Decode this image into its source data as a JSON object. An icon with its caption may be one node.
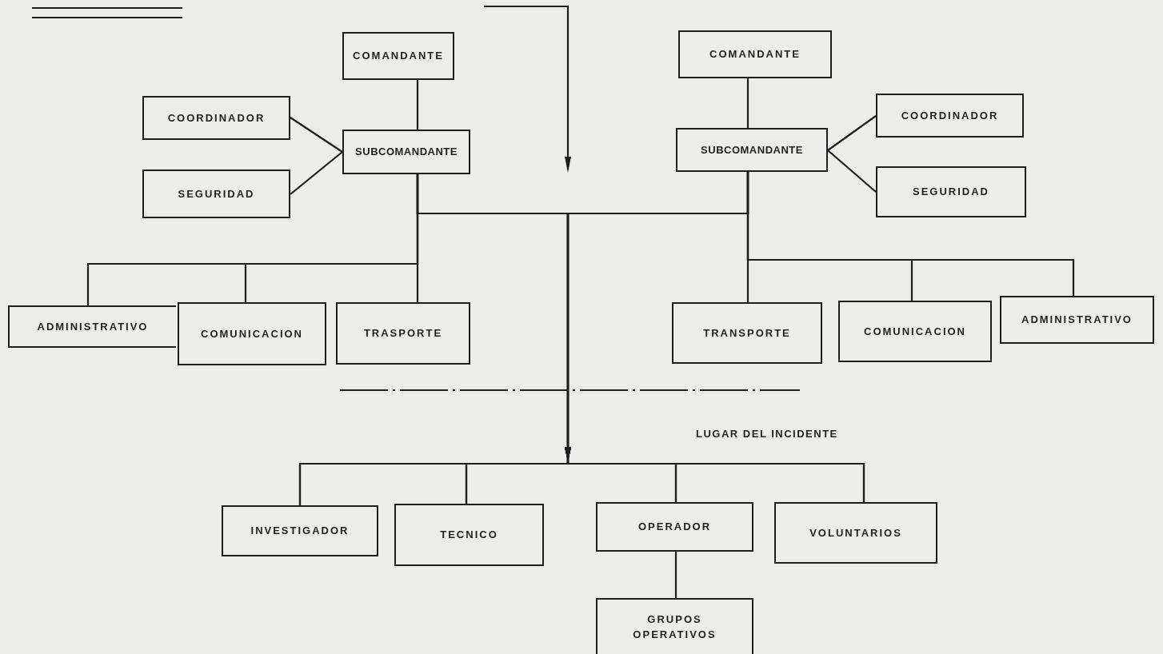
{
  "diagram": {
    "nodes": [
      {
        "text": [
          "COMANDANTE"
        ]
      },
      {
        "text": [
          "COORDINADOR"
        ]
      },
      {
        "text": [
          "SUBCOMANDANTE"
        ]
      },
      {
        "text": [
          "SEGURIDAD"
        ]
      },
      {
        "text": [
          "ADMINISTRATIVO"
        ]
      },
      {
        "text": [
          "COMUNICACION"
        ]
      },
      {
        "text": [
          "TRASPORTE"
        ]
      },
      {
        "text": [
          "COMANDANTE"
        ]
      },
      {
        "text": [
          "SUBCOMANDANTE"
        ]
      },
      {
        "text": [
          "COORDINADOR"
        ]
      },
      {
        "text": [
          "SEGURIDAD"
        ]
      },
      {
        "text": [
          "TRANSPORTE"
        ]
      },
      {
        "text": [
          "COMUNICACION"
        ]
      },
      {
        "text": [
          "ADMINISTRATIVO"
        ]
      },
      {
        "text": [
          "INVESTIGADOR"
        ]
      },
      {
        "text": [
          "TECNICO"
        ]
      },
      {
        "text": [
          "OPERADOR"
        ]
      },
      {
        "text": [
          "VOLUNTARIOS"
        ]
      },
      {
        "text": [
          "GRUPOS OPERATIVOS"
        ]
      }
    ],
    "edges": [
      {
        "from": 0,
        "to": 2,
        "arrow": "none"
      },
      {
        "from": 2,
        "to": 1,
        "arrow": "none"
      },
      {
        "from": 2,
        "to": 3,
        "arrow": "none"
      },
      {
        "from": 2,
        "to": 4,
        "arrow": "none"
      },
      {
        "from": 2,
        "to": 5,
        "arrow": "none"
      },
      {
        "from": 2,
        "to": 6,
        "arrow": "none"
      },
      {
        "from": 7,
        "to": 8,
        "arrow": "none"
      },
      {
        "from": 8,
        "to": 9,
        "arrow": "none"
      },
      {
        "from": 8,
        "to": 10,
        "arrow": "none"
      },
      {
        "from": 8,
        "to": 11,
        "arrow": "none"
      },
      {
        "from": 8,
        "to": 12,
        "arrow": "none"
      },
      {
        "from": 8,
        "to": 13,
        "arrow": "none"
      },
      {
        "from": 2,
        "to": 14,
        "arrow": "to"
      },
      {
        "from": 2,
        "to": 15,
        "arrow": "to"
      },
      {
        "from": 2,
        "to": 16,
        "arrow": "to"
      },
      {
        "from": 2,
        "to": 17,
        "arrow": "to"
      },
      {
        "from": 8,
        "to": 14,
        "arrow": "to"
      },
      {
        "from": 8,
        "to": 15,
        "arrow": "to"
      },
      {
        "from": 8,
        "to": 16,
        "arrow": "to"
      },
      {
        "from": 8,
        "to": 17,
        "arrow": "to"
      },
      {
        "from": 16,
        "to": 18,
        "arrow": "none"
      }
    ],
    "labels": [
      "LUGAR DEL INCIDENTE"
    ]
  }
}
